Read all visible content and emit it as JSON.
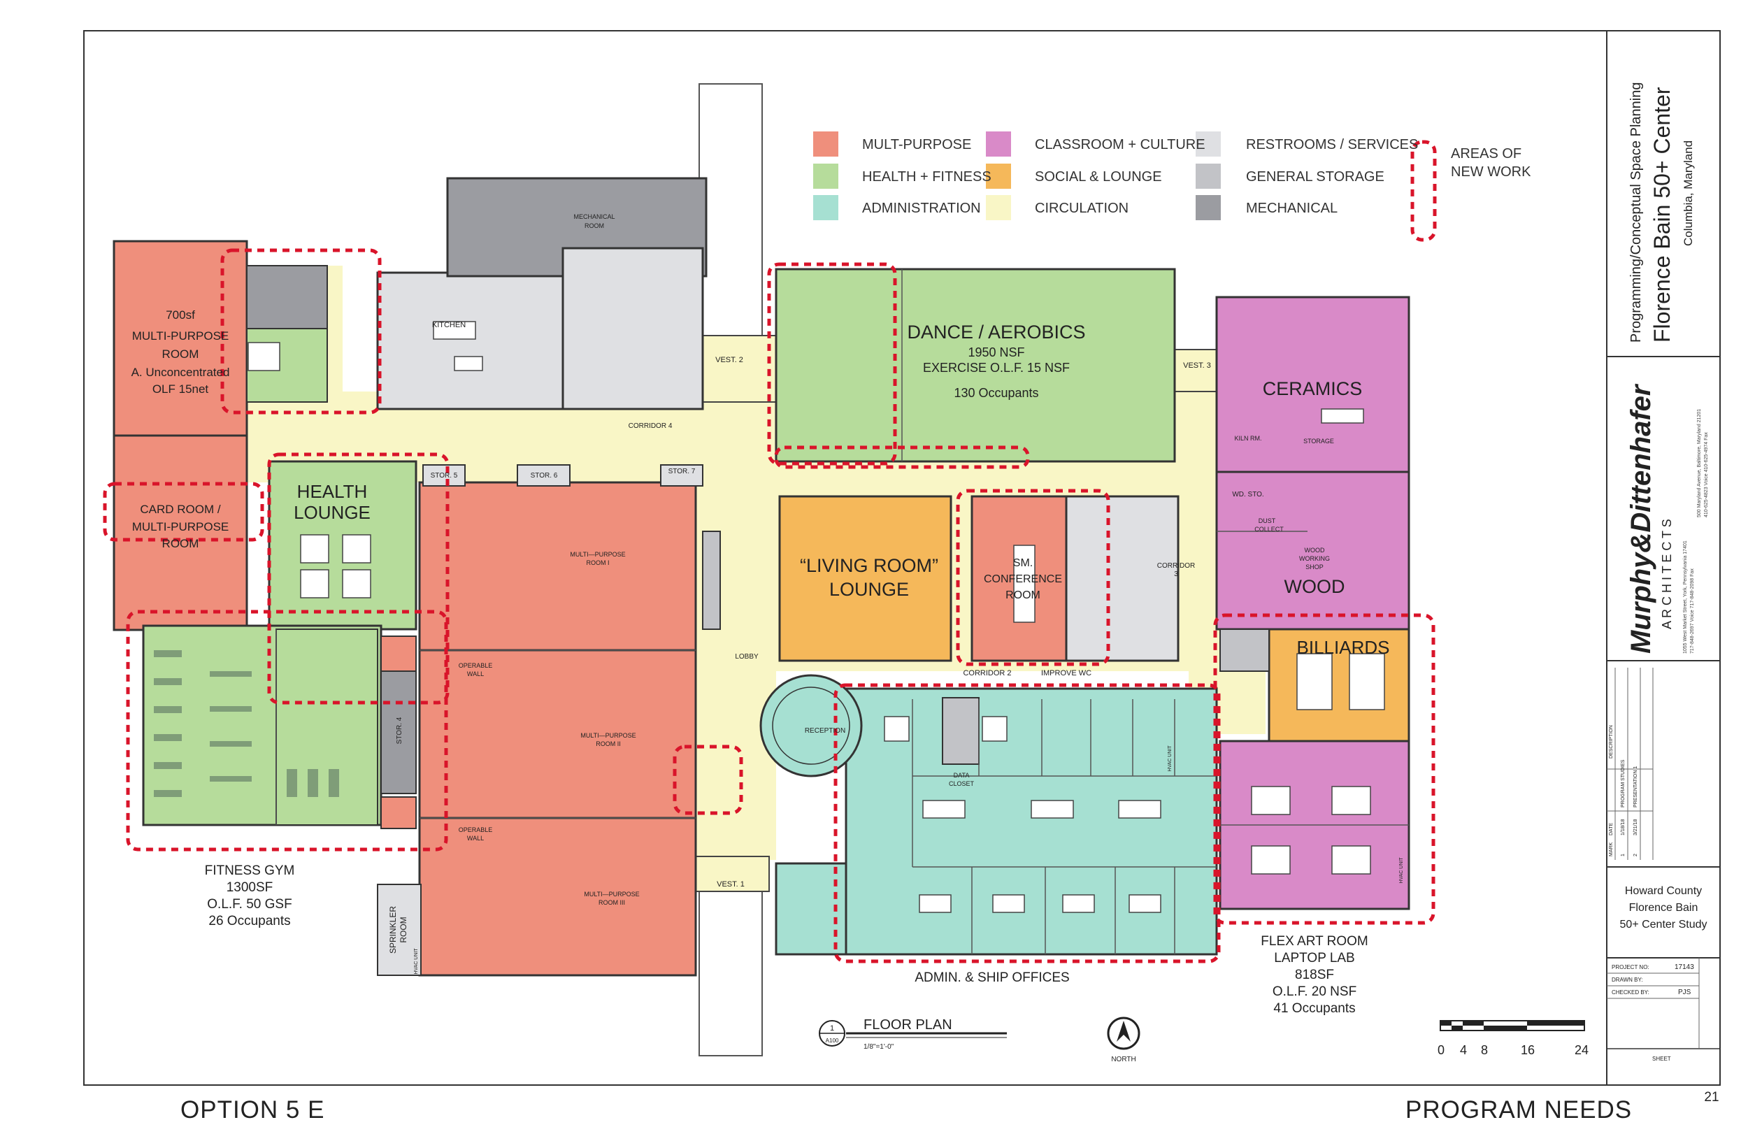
{
  "legend": {
    "items": [
      {
        "label": "MULT-PURPOSE",
        "color": "#ef8f7c"
      },
      {
        "label": "HEALTH + FITNESS",
        "color": "#b6dc9b"
      },
      {
        "label": "ADMINISTRATION",
        "color": "#a6e0d2"
      },
      {
        "label": "CLASSROOM + CULTURE",
        "color": "#d98ac8"
      },
      {
        "label": "SOCIAL & LOUNGE",
        "color": "#f5b85a"
      },
      {
        "label": "CIRCULATION",
        "color": "#f9f6c6"
      },
      {
        "label": "RESTROOMS / SERVICES",
        "color": "#dfe0e3"
      },
      {
        "label": "GENERAL STORAGE",
        "color": "#c2c3c7"
      },
      {
        "label": "MECHANICAL",
        "color": "#9b9ca1"
      }
    ],
    "new_work_line1": "AREAS OF",
    "new_work_line2": "NEW WORK",
    "new_work_color": "#d9142a"
  },
  "rooms": {
    "multi700": [
      "700sf",
      "MULTI-PURPOSE",
      "ROOM",
      "A. Unconcentrated",
      "OLF 15net"
    ],
    "card": [
      "CARD ROOM /",
      "MULTI-PURPOSE",
      "ROOM"
    ],
    "health": [
      "HEALTH",
      "LOUNGE"
    ],
    "kitchen": "KITCHEN",
    "mechanical": [
      "MECHANICAL",
      "ROOM"
    ],
    "dance": "DANCE / AEROBICS",
    "dance_sub": [
      "1950 NSF",
      "EXERCISE O.L.F. 15 NSF",
      "130 Occupants"
    ],
    "ceramics": "CERAMICS",
    "kiln": "KILN RM.",
    "storage": "STORAGE",
    "wd_sto": "WD. STO.",
    "dust": [
      "DUST",
      "COLLECT"
    ],
    "wood_shop": [
      "WOOD",
      "WORKING",
      "SHOP"
    ],
    "wood": "WOOD",
    "living": [
      "“LIVING ROOM”",
      "LOUNGE"
    ],
    "conference": [
      "SM.",
      "CONFERENCE",
      "ROOM"
    ],
    "billiards": "BILLIARDS",
    "corridor4": "CORRIDOR 4",
    "corridor3": [
      "CORRIDOR",
      "3"
    ],
    "corridor2": "CORRIDOR 2",
    "improve_wc": "IMPROVE WC",
    "vest1": "VEST. 1",
    "vest2": "VEST. 2",
    "vest3": "VEST. 3",
    "stor5": "STOR. 5",
    "stor6": "STOR. 6",
    "stor7": "STOR. 7",
    "stor4": "STOR. 4",
    "mp1": [
      "MULTI—PURPOSE",
      "ROOM I"
    ],
    "mp2": [
      "MULTI—PURPOSE",
      "ROOM II"
    ],
    "mp3": [
      "MULTI—PURPOSE",
      "ROOM III"
    ],
    "operable1": [
      "OPERABLE",
      "WALL"
    ],
    "operable2": [
      "OPERABLE",
      "WALL"
    ],
    "lobby": "LOBBY",
    "reception": "RECEPTION",
    "data_closet": [
      "DATA",
      "CLOSET"
    ],
    "sprinkler": [
      "SPRINKLER",
      "ROOM"
    ],
    "hvac1": "HVAC UNIT",
    "hvac2": "HVAC UNIT",
    "hvac3": "HVAC UNIT",
    "fitness": [
      "FITNESS GYM",
      "1300SF",
      "O.L.F. 50 GSF",
      "26 Occupants"
    ],
    "admin": "ADMIN. & SHIP OFFICES",
    "flex": [
      "FLEX ART ROOM",
      "LAPTOP LAB",
      "818SF",
      "O.L.F. 20 NSF",
      "41 Occupants"
    ]
  },
  "plan_label": {
    "num": "1",
    "sheet_ref": "A100",
    "title": "FLOOR PLAN",
    "scale": "1/8\"=1'-0\"",
    "north": "NORTH"
  },
  "scale_bar": {
    "ticks": [
      "0",
      "4",
      "8",
      "16",
      "24"
    ]
  },
  "title_block": {
    "subtitle": "Programming/Conceptual Space Planning",
    "project": "Florence Bain 50+ Center",
    "location": "Columbia, Maryland",
    "firm": "Murphy&Dittenhafer",
    "firm_sub": "A R C H I T E C T S",
    "address1": "1055 West Market Street, York, Pennsylvania 17401",
    "address2": "717-848-2697 Voice   717-848-2098 Fax",
    "address3": "500 Maryland Avenue, Baltimore, Maryland 21201",
    "address4": "410-625-4823 Voice   410-625-4974 Fax",
    "rev_headers": [
      "MARK",
      "DATE",
      "DESCRIPTION"
    ],
    "revisions": [
      {
        "mark": "1",
        "date": "1/18/18",
        "desc": "PROGRAM STUDIES"
      },
      {
        "mark": "2",
        "date": "3/21/18",
        "desc": "PRESENTATION 1"
      }
    ],
    "client": [
      "Howard County",
      "Florence Bain",
      "50+ Center Study"
    ],
    "project_no_label": "PROJECT NO:",
    "project_no": "17143",
    "drawn_by_label": "DRAWN BY:",
    "checked_by_label": "CHECKED BY:",
    "checked_by": "PJS",
    "sheet_label": "SHEET"
  },
  "page_number": "21",
  "footer_left": "OPTION 5 E",
  "footer_right": "PROGRAM NEEDS"
}
